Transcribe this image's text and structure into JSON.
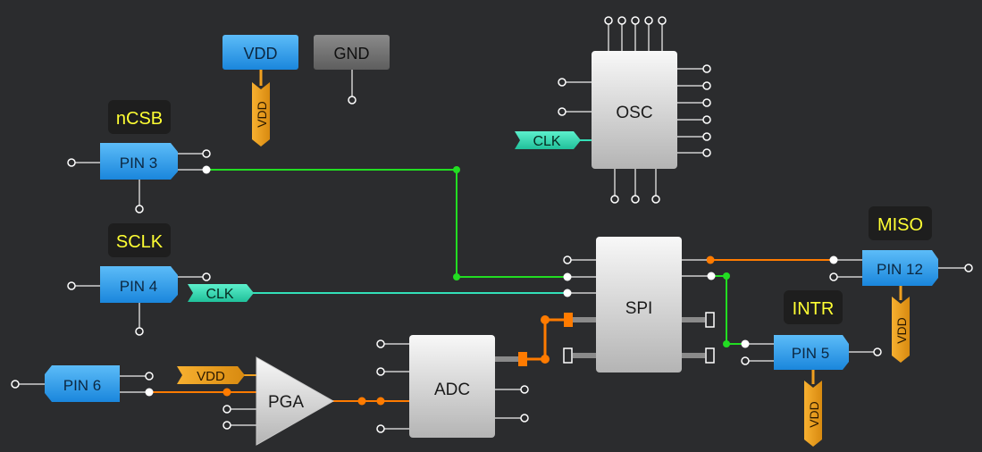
{
  "colors": {
    "background": "#2b2c2e",
    "pin_blue": "#1e90e6",
    "pin_blue_light": "#4db0f5",
    "label_yellow": "#ffff33",
    "label_bg": "#1e1e1e",
    "wire_green": "#22dd22",
    "wire_cyan": "#33e0b8",
    "wire_orange": "#ff7b00",
    "power_orange": "#f0a020",
    "block_gray_top": "#f4f4f4",
    "block_gray_bottom": "#b8b8b8",
    "gnd_gray": "#707070",
    "terminal": "#ffffff"
  },
  "supply": {
    "vdd": "VDD",
    "gnd": "GND"
  },
  "nets": {
    "clk": "CLK",
    "vdd": "VDD"
  },
  "pins": {
    "pin3": "PIN 3",
    "pin4": "PIN 4",
    "pin6": "PIN 6",
    "pin12": "PIN 12",
    "pin5": "PIN 5"
  },
  "labels": {
    "ncsb": "nCSB",
    "sclk": "SCLK",
    "miso": "MISO",
    "intr": "INTR"
  },
  "blocks": {
    "osc": "OSC",
    "spi": "SPI",
    "adc": "ADC",
    "pga": "PGA"
  }
}
